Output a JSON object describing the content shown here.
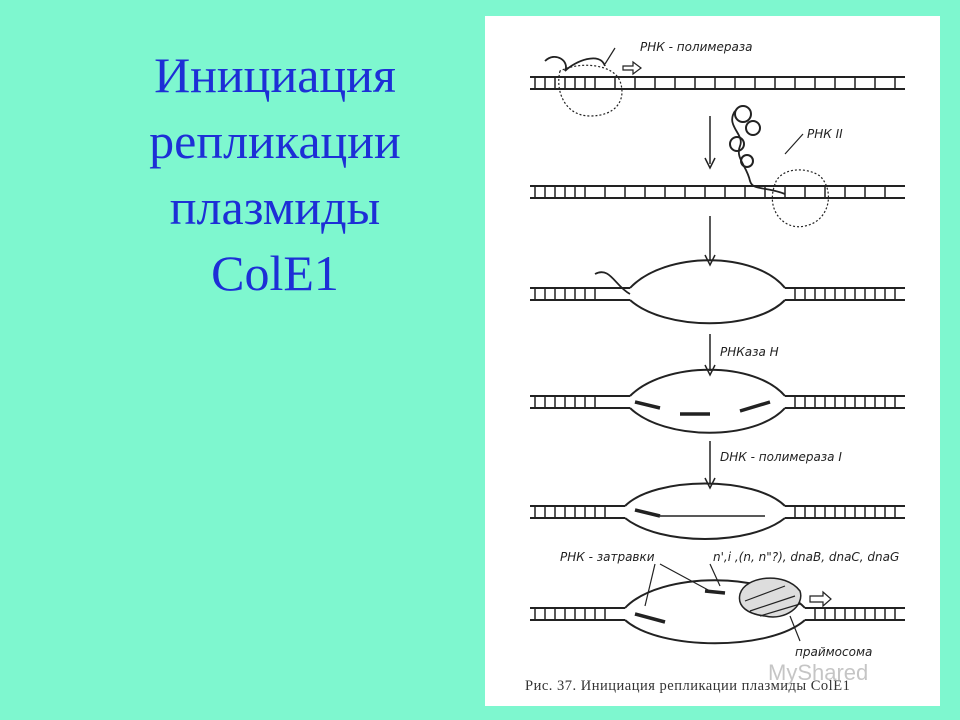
{
  "slide": {
    "title_lines": [
      "Инициация",
      "репликации",
      "плазмиды",
      "ColE1"
    ],
    "colors": {
      "background": "#7ef7cf",
      "title": "#1d2fd6",
      "panel": "#ffffff",
      "ink": "#222222"
    }
  },
  "figure": {
    "labels": {
      "rna_polymerase": "РНК - полимераза",
      "rna_ii": "РНК II",
      "rnase_h": "РНКаза Н",
      "dna_polymerase": "DНК - полимераза I",
      "rna_primers": "РНК - затравки",
      "factors": "n',i ,(n, n\"?), dnaB, dnaC, dnaG",
      "primosome": "праймосома"
    },
    "caption": "Рис. 37. Инициация репликации плазмиды ColE1",
    "watermark": "MyShared"
  }
}
